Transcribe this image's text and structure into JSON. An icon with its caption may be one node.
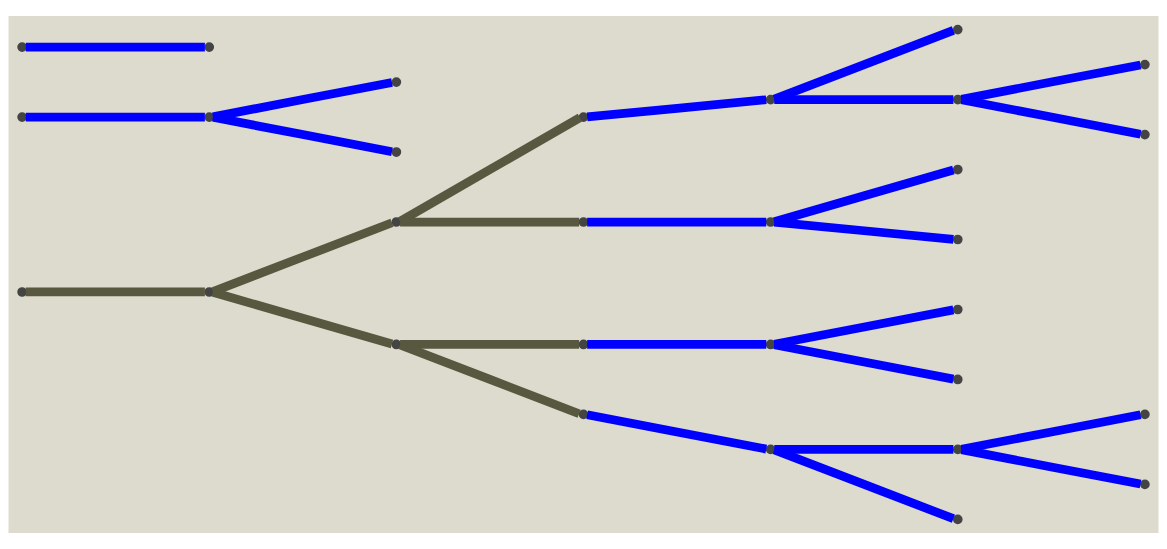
{
  "diagram": {
    "nodes": [
      {
        "text": [],
        "shape": "point"
      },
      {
        "text": [],
        "shape": "point"
      },
      {
        "text": [],
        "shape": "point"
      },
      {
        "text": [],
        "shape": "point"
      },
      {
        "text": [],
        "shape": "point"
      },
      {
        "text": [],
        "shape": "point"
      },
      {
        "text": [],
        "shape": "point"
      },
      {
        "text": [],
        "shape": "point"
      },
      {
        "text": [],
        "shape": "point"
      },
      {
        "text": [],
        "shape": "point"
      },
      {
        "text": [],
        "shape": "point"
      },
      {
        "text": [],
        "shape": "point"
      },
      {
        "text": [],
        "shape": "point"
      },
      {
        "text": [],
        "shape": "point"
      },
      {
        "text": [],
        "shape": "point"
      },
      {
        "text": [],
        "shape": "point"
      },
      {
        "text": [],
        "shape": "point"
      },
      {
        "text": [],
        "shape": "point"
      },
      {
        "text": [],
        "shape": "point"
      },
      {
        "text": [],
        "shape": "point"
      },
      {
        "text": [],
        "shape": "point"
      },
      {
        "text": [],
        "shape": "point"
      },
      {
        "text": [],
        "shape": "point"
      },
      {
        "text": [],
        "shape": "point"
      },
      {
        "text": [],
        "shape": "point"
      },
      {
        "text": [],
        "shape": "point"
      },
      {
        "text": [],
        "shape": "point"
      },
      {
        "text": [],
        "shape": "point"
      },
      {
        "text": [],
        "shape": "point"
      },
      {
        "text": [],
        "shape": "point"
      }
    ],
    "edges": [
      {
        "from": 0,
        "to": 1,
        "arrow": "none",
        "color": "#58573f"
      },
      {
        "from": 1,
        "to": 2,
        "arrow": "none",
        "color": "#58573f"
      },
      {
        "from": 1,
        "to": 3,
        "arrow": "none",
        "color": "#58573f"
      },
      {
        "from": 2,
        "to": 4,
        "arrow": "none",
        "color": "#58573f"
      },
      {
        "from": 2,
        "to": 5,
        "arrow": "none",
        "color": "#58573f"
      },
      {
        "from": 3,
        "to": 6,
        "arrow": "none",
        "color": "#58573f"
      },
      {
        "from": 3,
        "to": 7,
        "arrow": "none",
        "color": "#58573f"
      },
      {
        "from": 4,
        "to": 8,
        "arrow": "none"
      },
      {
        "from": 8,
        "to": 9,
        "arrow": "none"
      },
      {
        "from": 8,
        "to": 10,
        "arrow": "none"
      },
      {
        "from": 10,
        "to": 11,
        "arrow": "none"
      },
      {
        "from": 10,
        "to": 12,
        "arrow": "none"
      },
      {
        "from": 5,
        "to": 13,
        "arrow": "none"
      },
      {
        "from": 13,
        "to": 14,
        "arrow": "none"
      },
      {
        "from": 13,
        "to": 15,
        "arrow": "none"
      },
      {
        "from": 6,
        "to": 16,
        "arrow": "none"
      },
      {
        "from": 16,
        "to": 17,
        "arrow": "none"
      },
      {
        "from": 16,
        "to": 18,
        "arrow": "none"
      },
      {
        "from": 7,
        "to": 19,
        "arrow": "none"
      },
      {
        "from": 19,
        "to": 20,
        "arrow": "none"
      },
      {
        "from": 19,
        "to": 21,
        "arrow": "none"
      },
      {
        "from": 20,
        "to": 22,
        "arrow": "none"
      },
      {
        "from": 20,
        "to": 23,
        "arrow": "none"
      },
      {
        "from": 24,
        "to": 25,
        "arrow": "none"
      },
      {
        "from": 25,
        "to": 26,
        "arrow": "none"
      },
      {
        "from": 25,
        "to": 27,
        "arrow": "none"
      },
      {
        "from": 28,
        "to": 29,
        "arrow": "none"
      }
    ]
  }
}
